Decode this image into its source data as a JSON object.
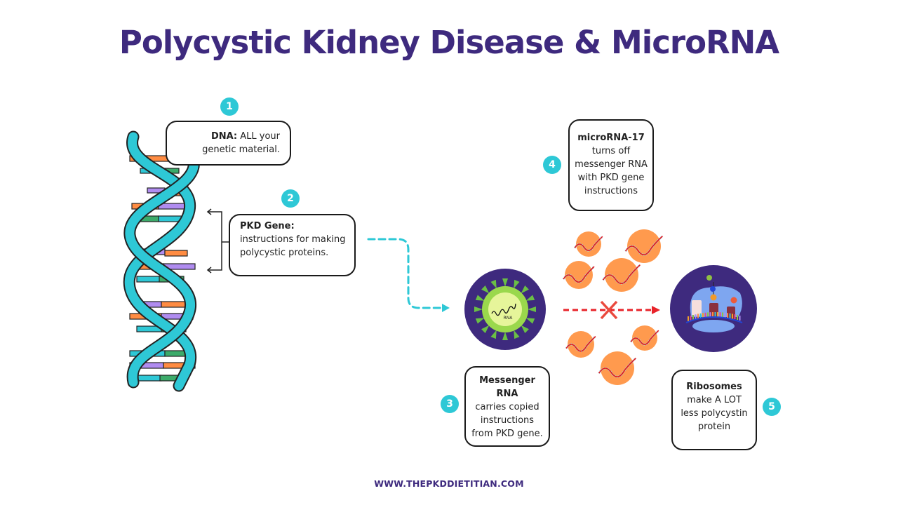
{
  "title": "Polycystic Kidney Disease & MicroRNA",
  "footer": "WWW.THEPKDDIETITIAN.COM",
  "colors": {
    "title": "#3e2a7e",
    "badge": "#2ec8d6",
    "helix": "#2ec8d6",
    "circle_bg": "#3e2a7e",
    "mirna_blob": "#ff9a4e",
    "block_arrow": "#e8232a"
  },
  "steps": [
    {
      "number": "1",
      "bold": "DNA:",
      "text": " ALL your genetic material."
    },
    {
      "number": "2",
      "bold": "PKD Gene:",
      "text": "instructions for making polycystic proteins."
    },
    {
      "number": "3",
      "bold": "Messenger RNA",
      "text": "carries copied instructions from PKD gene."
    },
    {
      "number": "4",
      "bold": "microRNA-17",
      "text": "turns off messenger RNA with PKD gene instructions"
    },
    {
      "number": "5",
      "bold": "Ribosomes",
      "text": "make A LOT less polycystin protein"
    }
  ],
  "icons": {
    "mrna_label": "RNA"
  }
}
